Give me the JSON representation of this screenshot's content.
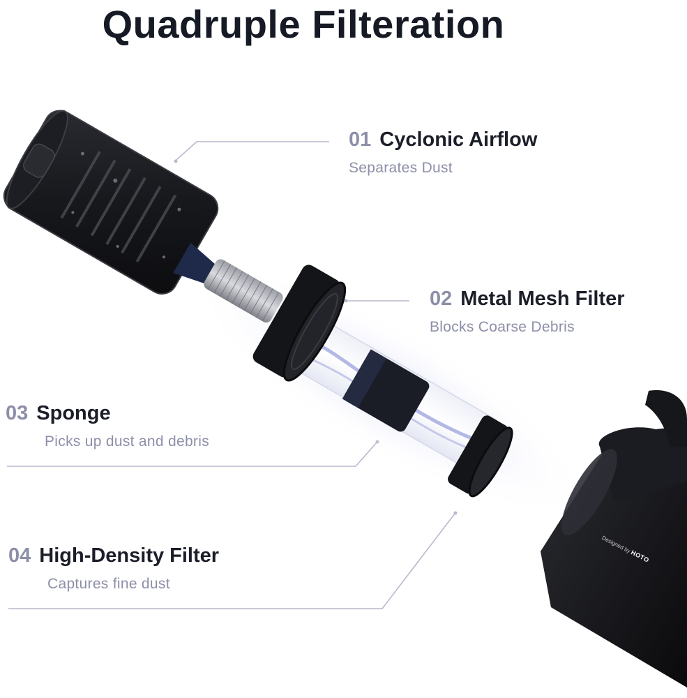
{
  "title": "Quadruple Filteration",
  "features": [
    {
      "number": "01",
      "name": "Cyclonic Airflow",
      "description": "Separates Dust"
    },
    {
      "number": "02",
      "name": "Metal Mesh Filter",
      "description": "Blocks Coarse Debris"
    },
    {
      "number": "03",
      "name": "Sponge",
      "description": "Picks up dust and debris"
    },
    {
      "number": "04",
      "name": "High-Density Filter",
      "description": "Captures fine dust"
    }
  ],
  "brand": {
    "prefix": "Designed by",
    "name": "HOTO"
  },
  "colors": {
    "title": "#161a24",
    "heading": "#1b1e28",
    "muted": "#8d8fa8",
    "leader_line": "#b7b9cc",
    "product_body": "#111216",
    "airflow": "#5b63c8"
  }
}
